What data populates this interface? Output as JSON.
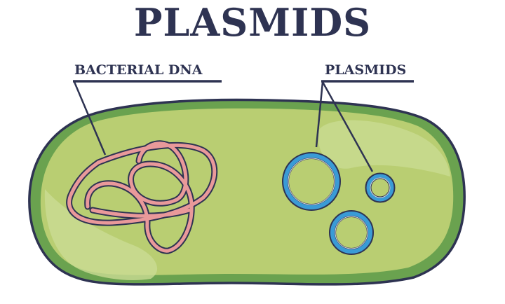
{
  "title": "PLASMIDS",
  "labels": {
    "bacterial_dna": "BACTERIAL DNA",
    "plasmids": "PLASMIDS"
  },
  "cell": {
    "name": "bacterial cell",
    "plasmid_count": 3
  },
  "colors": {
    "ink": "#2e3352",
    "cell_membrane": "#6aa24f",
    "cytoplasm": "#b9ce72",
    "cytoplasm_highlight": "#cbdc94",
    "dna": "#e9999a",
    "plasmid": "#3a9bd6"
  },
  "icons": {
    "dna": "tangled-chromosome-icon",
    "plasmid": "plasmid-ring-icon"
  }
}
